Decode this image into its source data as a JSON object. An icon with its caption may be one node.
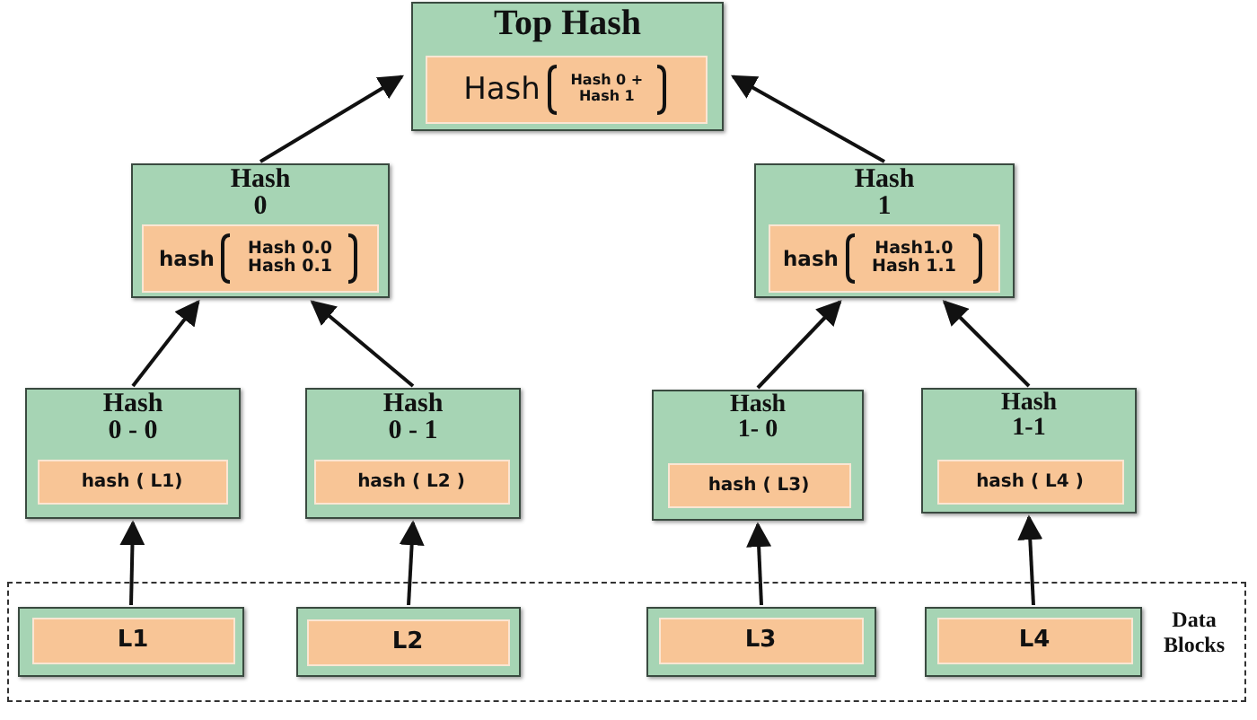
{
  "diagram": {
    "nodes": [
      {
        "text": [
          "Top Hash"
        ]
      },
      {
        "text": [
          "Hash",
          "Hash 0 + Hash 1"
        ],
        "in": 0
      },
      {
        "text": [
          "Hash 0"
        ]
      },
      {
        "text": [
          "hash",
          "Hash 0.0 Hash 0.1"
        ],
        "in": 2
      },
      {
        "text": [
          "Hash 1"
        ]
      },
      {
        "text": [
          "hash",
          "Hash1.0 Hash 1.1"
        ],
        "in": 4
      },
      {
        "text": [
          "Hash 0 - 0"
        ]
      },
      {
        "text": [
          "hash ( L1)"
        ],
        "in": 6
      },
      {
        "text": [
          "Hash 0 - 1"
        ]
      },
      {
        "text": [
          "hash ( L2 )"
        ],
        "in": 8
      },
      {
        "text": [
          "Hash 1- 0"
        ]
      },
      {
        "text": [
          "hash ( L3)"
        ],
        "in": 10
      },
      {
        "text": [
          "Hash 1-1"
        ]
      },
      {
        "text": [
          "hash ( L4 )"
        ],
        "in": 12
      },
      {
        "text": [
          "Data Blocks"
        ]
      },
      {
        "text": [],
        "shape": "box",
        "in": 14
      },
      {
        "text": [
          "L1"
        ],
        "in": 15
      },
      {
        "text": [],
        "shape": "box",
        "in": 14
      },
      {
        "text": [
          "L2"
        ],
        "in": 17
      },
      {
        "text": [],
        "shape": "box",
        "in": 14
      },
      {
        "text": [
          "L3"
        ],
        "in": 19
      },
      {
        "text": [],
        "shape": "box",
        "in": 14
      },
      {
        "text": [
          "L4"
        ],
        "in": 21
      }
    ],
    "edges": [
      {
        "from": 2,
        "to": 0,
        "arrow": "to"
      },
      {
        "from": 4,
        "to": 0,
        "arrow": "to"
      },
      {
        "from": 6,
        "to": 2,
        "arrow": "to"
      },
      {
        "from": 8,
        "to": 2,
        "arrow": "to"
      },
      {
        "from": 10,
        "to": 4,
        "arrow": "to"
      },
      {
        "from": 12,
        "to": 4,
        "arrow": "to"
      },
      {
        "from": 15,
        "to": 6,
        "arrow": "to"
      },
      {
        "from": 17,
        "to": 8,
        "arrow": "to"
      },
      {
        "from": 19,
        "to": 10,
        "arrow": "to"
      },
      {
        "from": 21,
        "to": 12,
        "arrow": "to"
      }
    ]
  }
}
